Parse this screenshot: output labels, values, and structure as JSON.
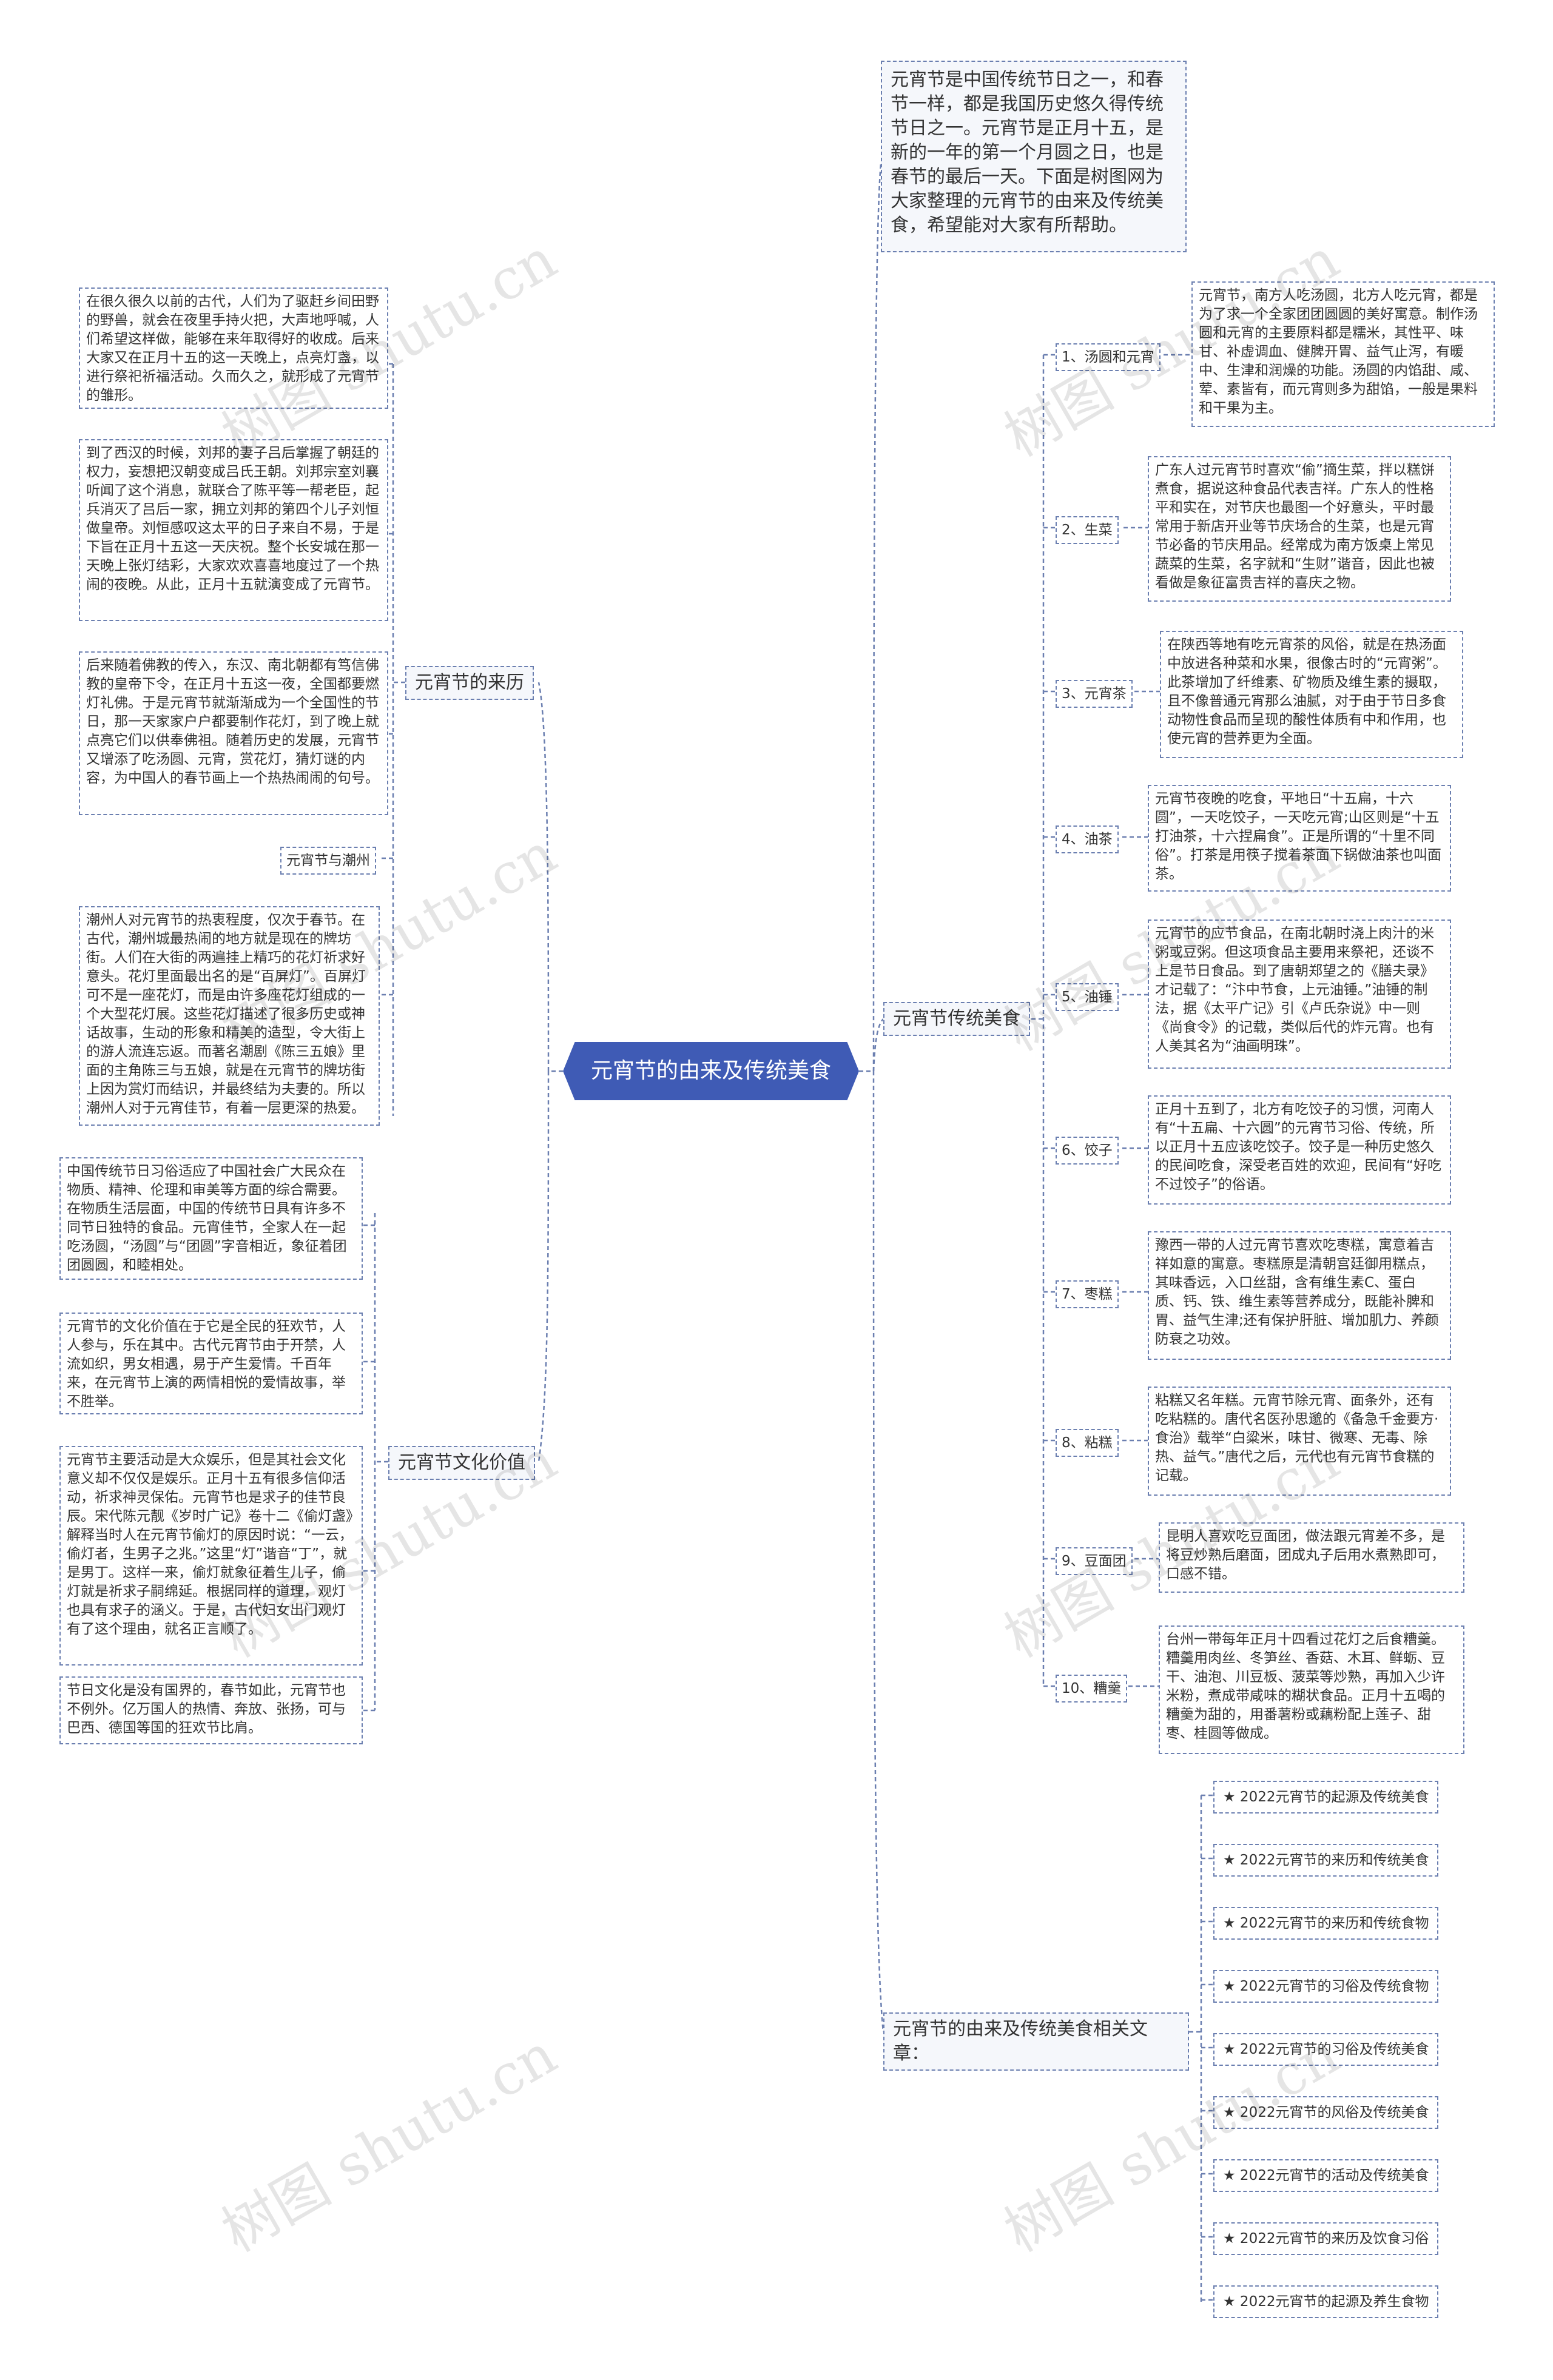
{
  "root": "元宵节的由来及传统美食",
  "intro": "元宵节是中国传统节日之一，和春节一样，都是我国历史悠久得传统节日之一。元宵节是正月十五，是新的一年的第一个月圆之日，也是春节的最后一天。下面是树图网为大家整理的元宵节的由来及传统美食，希望能对大家有所帮助。",
  "branches": {
    "origin": "元宵节的来历",
    "food": "元宵节传统美食",
    "culture": "元宵节文化价值",
    "articles": "元宵节的由来及传统美食相关文章："
  },
  "origin_items": [
    "在很久很久以前的古代，人们为了驱赶乡间田野的野兽，就会在夜里手持火把，大声地呼喊，人们希望这样做，能够在来年取得好的收成。后来大家又在正月十五的这一天晚上，点亮灯盏，以进行祭祀祈福活动。久而久之，就形成了元宵节的雏形。",
    "到了西汉的时候，刘邦的妻子吕后掌握了朝廷的权力，妄想把汉朝变成吕氏王朝。刘邦宗室刘襄听闻了这个消息，就联合了陈平等一帮老臣，起兵消灭了吕后一家，拥立刘邦的第四个儿子刘恒做皇帝。刘恒感叹这太平的日子来自不易，于是下旨在正月十五这一天庆祝。整个长安城在那一天晚上张灯结彩，大家欢欢喜喜地度过了一个热闹的夜晚。从此，正月十五就演变成了元宵节。",
    "后来随着佛教的传入，东汉、南北朝都有笃信佛教的皇帝下令，在正月十五这一夜，全国都要燃灯礼佛。于是元宵节就渐渐成为一个全国性的节日，那一天家家户户都要制作花灯，到了晚上就点亮它们以供奉佛祖。随着历史的发展，元宵节又增添了吃汤圆、元宵，赏花灯，猜灯谜的内容，为中国人的春节画上一个热热闹闹的句号。"
  ],
  "chaozhou_label": "元宵节与潮州",
  "chaozhou_text": "潮州人对元宵节的热衷程度，仅次于春节。在古代，潮州城最热闹的地方就是现在的牌坊街。人们在大街的两遍挂上精巧的花灯祈求好意头。花灯里面最出名的是“百屏灯”。百屏灯可不是一座花灯，而是由许多座花灯组成的一个大型花灯展。这些花灯描述了很多历史或神话故事，生动的形象和精美的造型，令大街上的游人流连忘返。而著名潮剧《陈三五娘》里面的主角陈三与五娘，就是在元宵节的牌坊街上因为赏灯而结识，并最终结为夫妻的。所以潮州人对于元宵佳节，有着一层更深的热爱。",
  "culture_items": [
    "中国传统节日习俗适应了中国社会广大民众在物质、精神、伦理和审美等方面的综合需要。在物质生活层面，中国的传统节日具有许多不同节日独特的食品。元宵佳节，全家人在一起吃汤圆，“汤圆”与“团圆”字音相近，象征着团团圆圆，和睦相处。",
    "元宵节的文化价值在于它是全民的狂欢节，人人参与，乐在其中。古代元宵节由于开禁，人流如织，男女相遇，易于产生爱情。千百年来，在元宵节上演的两情相悦的爱情故事，举不胜举。",
    "元宵节主要活动是大众娱乐，但是其社会文化意义却不仅仅是娱乐。正月十五有很多信仰活动，祈求神灵保佑。元宵节也是求子的佳节良辰。宋代陈元靓《岁时广记》卷十二《偷灯盏》解释当时人在元宵节偷灯的原因时说：“一云，偷灯者，生男子之兆。”这里“灯”谐音“丁”，就是男丁。这样一来，偷灯就象征着生儿子，偷灯就是祈求子嗣绵延。根据同样的道理，观灯也具有求子的涵义。于是，古代妇女出门观灯有了这个理由，就名正言顺了。",
    "节日文化是没有国界的，春节如此，元宵节也不例外。亿万国人的热情、奔放、张扬，可与巴西、德国等国的狂欢节比肩。"
  ],
  "food_items": [
    {
      "label": "1、汤圆和元宵",
      "text": "元宵节，南方人吃汤圆，北方人吃元宵，都是为了求一个全家团团圆圆的美好寓意。制作汤圆和元宵的主要原料都是糯米，其性平、味甘、补虚调血、健脾开胃、益气止泻，有暖中、生津和润燥的功能。汤圆的内馅甜、咸、荤、素皆有，而元宵则多为甜馅，一般是果料和干果为主。"
    },
    {
      "label": "2、生菜",
      "text": "广东人过元宵节时喜欢“偷”摘生菜，拌以糕饼煮食，据说这种食品代表吉祥。广东人的性格平和实在，对节庆也最图一个好意头，平时最常用于新店开业等节庆场合的生菜，也是元宵节必备的节庆用品。经常成为南方饭桌上常见蔬菜的生菜，名字就和“生财”谐音，因此也被看做是象征富贵吉祥的喜庆之物。"
    },
    {
      "label": "3、元宵茶",
      "text": "在陕西等地有吃元宵茶的风俗，就是在热汤面中放进各种菜和水果，很像古时的“元宵粥”。此茶增加了纤维素、矿物质及维生素的摄取，且不像普通元宵那么油腻，对于由于节日多食动物性食品而呈现的酸性体质有中和作用，也使元宵的营养更为全面。"
    },
    {
      "label": "4、油茶",
      "text": "元宵节夜晚的吃食，平地日“十五扁，十六圆”，一天吃饺子，一天吃元宵;山区则是“十五打油茶，十六捏扁食”。正是所谓的“十里不同俗”。打茶是用筷子搅着茶面下锅做油茶也叫面茶。"
    },
    {
      "label": "5、油锤",
      "text": "元宵节的应节食品，在南北朝时浇上肉汁的米粥或豆粥。但这项食品主要用来祭祀，还谈不上是节日食品。到了唐朝郑望之的《膳夫录》才记载了：“汴中节食，上元油锤。”油锤的制法，据《太平广记》引《卢氏杂说》中一则《尚食令》的记载，类似后代的炸元宵。也有人美其名为“油画明珠”。"
    },
    {
      "label": "6、饺子",
      "text": "正月十五到了，北方有吃饺子的习惯，河南人有“十五扁、十六圆”的元宵节习俗、传统，所以正月十五应该吃饺子。饺子是一种历史悠久的民间吃食，深受老百姓的欢迎，民间有“好吃不过饺子”的俗语。"
    },
    {
      "label": "7、枣糕",
      "text": "豫西一带的人过元宵节喜欢吃枣糕，寓意着吉祥如意的寓意。枣糕原是清朝宫廷御用糕点，其味香远，入口丝甜，含有维生素C、蛋白质、钙、铁、维生素等营养成分，既能补脾和胃、益气生津;还有保护肝脏、增加肌力、养颜防衰之功效。"
    },
    {
      "label": "8、粘糕",
      "text": "粘糕又名年糕。元宵节除元宵、面条外，还有吃粘糕的。唐代名医孙思邈的《备急千金要方·食治》载举“白粱米，味甘、微寒、无毒、除热、益气。”唐代之后，元代也有元宵节食糕的记载。"
    },
    {
      "label": "9、豆面团",
      "text": "昆明人喜欢吃豆面团，做法跟元宵差不多，是将豆炒熟后磨面，团成丸子后用水煮熟即可，口感不错。"
    },
    {
      "label": "10、糟羹",
      "text": "台州一带每年正月十四看过花灯之后食糟羹。糟羹用肉丝、冬笋丝、香菇、木耳、鲜蛎、豆干、油泡、川豆板、菠菜等炒熟，再加入少许米粉，煮成带咸味的糊状食品。正月十五喝的糟羹为甜的，用番薯粉或藕粉配上莲子、甜枣、桂圆等做成。"
    }
  ],
  "article_items": [
    "★ 2022元宵节的起源及传统美食",
    "★ 2022元宵节的来历和传统美食",
    "★ 2022元宵节的来历和传统食物",
    "★ 2022元宵节的习俗及传统食物",
    "★ 2022元宵节的习俗及传统美食",
    "★ 2022元宵节的风俗及传统美食",
    "★ 2022元宵节的活动及传统美食",
    "★ 2022元宵节的来历及饮食习俗",
    "★ 2022元宵节的起源及养生食物"
  ],
  "watermark": "树图 shutu.cn",
  "colors": {
    "root": "#3f5bb5",
    "line": "#6b7fb0",
    "branch_bg": "#f5f7fb"
  }
}
